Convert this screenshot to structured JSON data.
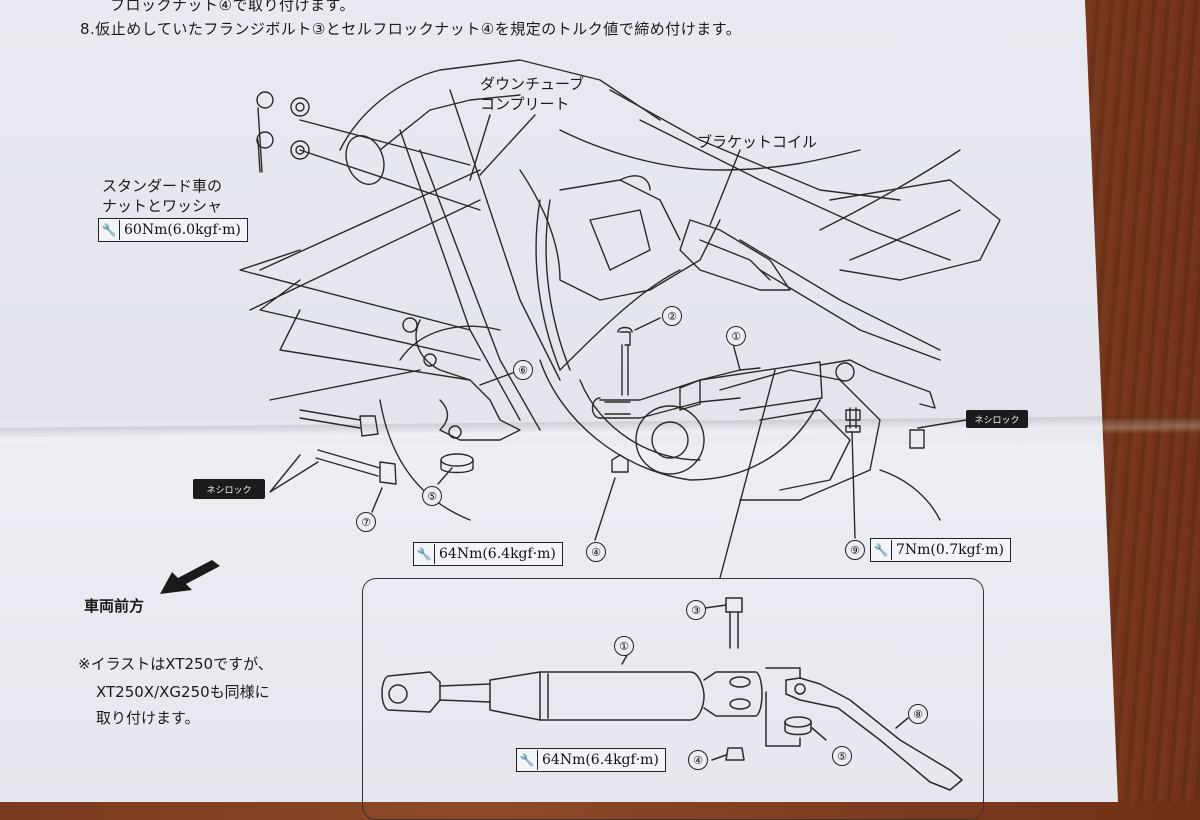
{
  "instructions": {
    "line_top": "フロックナット④で取り付けます。",
    "step8": "8.仮止めしていたフランジボルト③とセルフロックナット④を規定のトルク値で締め付けます。"
  },
  "labels": {
    "downtube_1": "ダウンチューブ",
    "downtube_2": "コンプリート",
    "bracket_coil": "ブラケットコイル",
    "standard_1": "スタンダード車の",
    "standard_2": "ナットとワッシャ",
    "front_dir": "車両前方",
    "note_1": "※イラストはXT250ですが、",
    "note_2": "XT250X/XG250も同様に",
    "note_3": "取り付けます。"
  },
  "torques": {
    "t60": "60Nm(6.0kgf·m)",
    "t64_main": "64Nm(6.4kgf·m)",
    "t7": "7Nm(0.7kgf·m)",
    "t64_inset": "64Nm(6.4kgf·m)"
  },
  "loctite": {
    "left": "ネシロック",
    "right": "ネシロック"
  },
  "parts": {
    "p1": "①",
    "p2": "②",
    "p3": "③",
    "p4": "④",
    "p5": "⑤",
    "p6": "⑥",
    "p7": "⑦",
    "p8": "⑧",
    "p9": "⑨"
  },
  "icons": {
    "wrench": "wrench-icon",
    "arrow": "front-arrow-icon"
  }
}
